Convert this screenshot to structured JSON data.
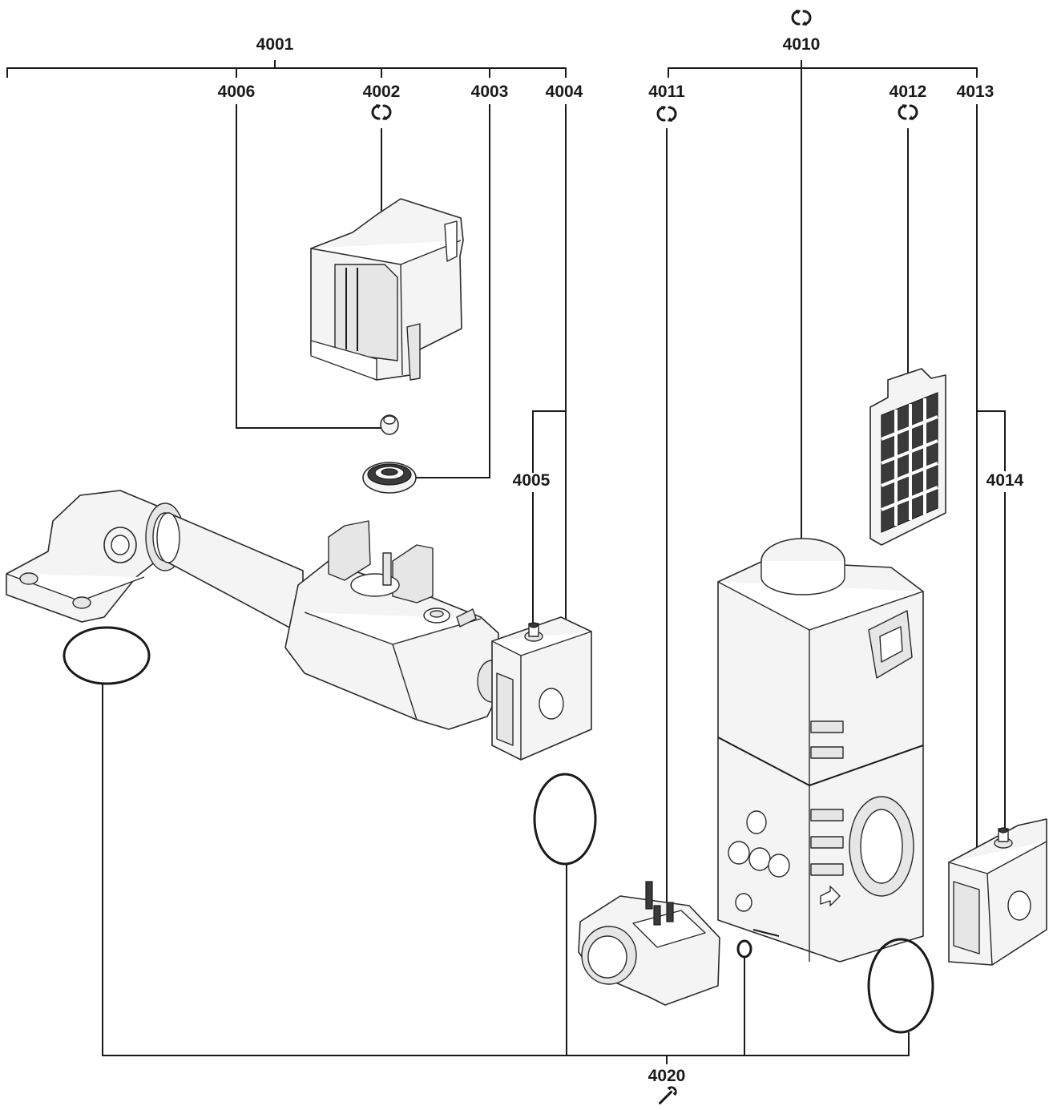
{
  "labels": {
    "l4001": "4001",
    "l4002": "4002",
    "l4003": "4003",
    "l4004": "4004",
    "l4005": "4005",
    "l4006": "4006",
    "l4010": "4010",
    "l4011": "4011",
    "l4012": "4012",
    "l4013": "4013",
    "l4014": "4014",
    "l4020": "4020"
  },
  "icons": {
    "exchange": "rotate-arrows-icon",
    "tool": "wrench-icon"
  }
}
